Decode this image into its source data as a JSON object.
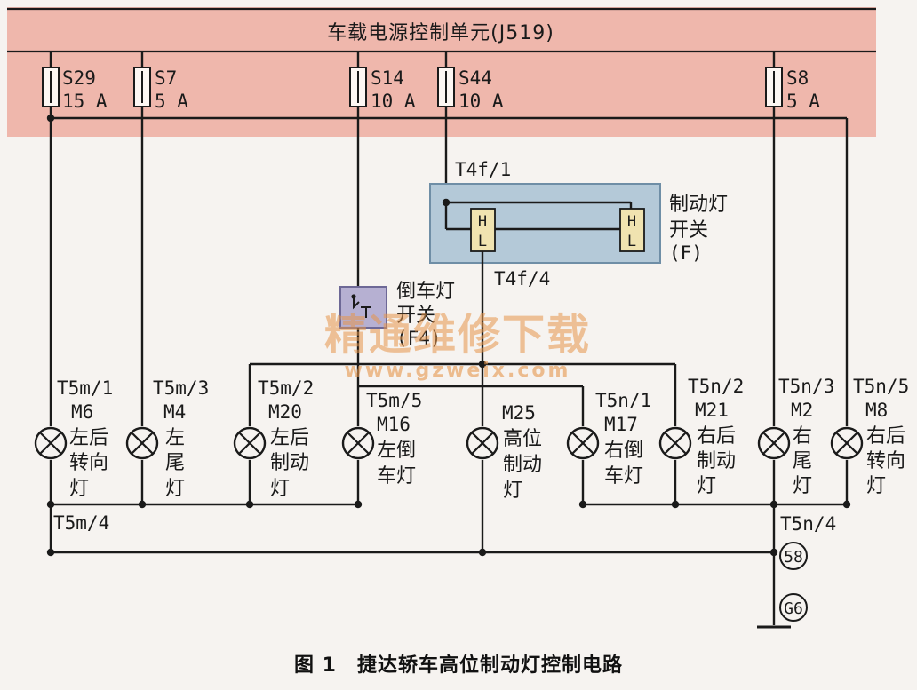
{
  "unit_title": "车载电源控制单元(J519)",
  "fuses": [
    {
      "id": "S29",
      "rating": "15 A"
    },
    {
      "id": "S7",
      "rating": "5 A"
    },
    {
      "id": "S14",
      "rating": "10 A"
    },
    {
      "id": "S44",
      "rating": "10 A"
    },
    {
      "id": "S8",
      "rating": "5 A"
    }
  ],
  "brake_switch": {
    "pin_top": "T4f/1",
    "pin_bottom": "T4f/4",
    "label_lines": [
      "制动灯",
      "开关",
      "(F)"
    ],
    "contact_h": "H",
    "contact_l": "L"
  },
  "reverse_switch": {
    "label_lines": [
      "倒车灯",
      "开关",
      "(F4)"
    ]
  },
  "lamps": [
    {
      "pin": "T5m/1",
      "code": "M6",
      "name_lines": [
        "左后",
        "转向",
        "灯"
      ]
    },
    {
      "pin": "T5m/3",
      "code": "M4",
      "name_lines": [
        "左",
        "尾",
        "灯"
      ]
    },
    {
      "pin": "T5m/2",
      "code": "M20",
      "name_lines": [
        "左后",
        "制动",
        "灯"
      ]
    },
    {
      "pin": "T5m/5",
      "code": "M16",
      "name_lines": [
        "左倒",
        "车灯"
      ]
    },
    {
      "pin": "",
      "code": "M25",
      "name_lines": [
        "高位",
        "制动",
        "灯"
      ]
    },
    {
      "pin": "T5n/1",
      "code": "M17",
      "name_lines": [
        "右倒",
        "车灯"
      ]
    },
    {
      "pin": "T5n/2",
      "code": "M21",
      "name_lines": [
        "右后",
        "制动",
        "灯"
      ]
    },
    {
      "pin": "T5n/3",
      "code": "M2",
      "name_lines": [
        "右",
        "尾",
        "灯"
      ]
    },
    {
      "pin": "T5n/5",
      "code": "M8",
      "name_lines": [
        "右后",
        "转向",
        "灯"
      ]
    }
  ],
  "ground_left_pin": "T5m/4",
  "ground_right_pin": "T5n/4",
  "ground_points": [
    "58",
    "G6"
  ],
  "watermark": {
    "main": "精通维修下载",
    "url": "www.gzweix.com"
  },
  "caption": "图 1　捷达轿车高位制动灯控制电路",
  "colors": {
    "unit_fill": "#efb7ac",
    "switch_fill": "#b4c9d8",
    "switch_stroke": "#6f8ea6",
    "contact_fill": "#f0e3b0",
    "reverse_switch_fill": "#b6b0d2",
    "watermark": "#e6964c"
  }
}
